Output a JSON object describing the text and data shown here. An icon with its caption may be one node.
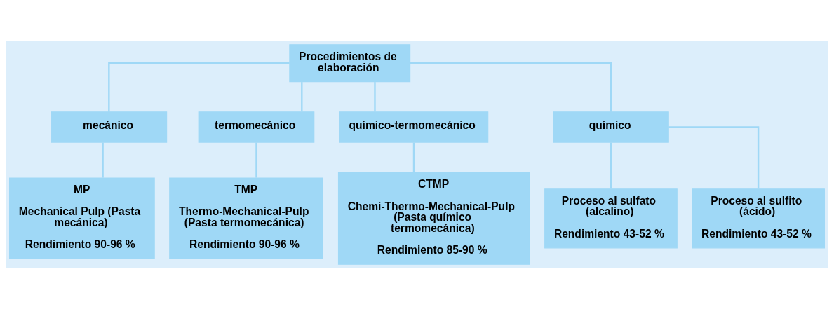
{
  "diagram": {
    "nodes": [
      {
        "text": [
          "Procedimientos de elaboración"
        ]
      },
      {
        "text": [
          "mecánico"
        ]
      },
      {
        "text": [
          "termomecánico"
        ]
      },
      {
        "text": [
          "químico-termomecánico"
        ]
      },
      {
        "text": [
          "químico"
        ]
      },
      {
        "text": [
          "MP",
          "Mechanical Pulp (Pasta mecánica)",
          "Rendimiento 90-96 %"
        ]
      },
      {
        "text": [
          "TMP",
          "Thermo-Mechanical-Pulp (Pasta termomecánica)",
          "Rendimiento 90-96 %"
        ]
      },
      {
        "text": [
          "CTMP",
          "Chemi-Thermo-Mechanical-Pulp (Pasta químico termomecánica)",
          "Rendimiento 85-90 %"
        ]
      },
      {
        "text": [
          "Proceso al sulfato (alcalino)",
          "Rendimiento 43-52 %"
        ]
      },
      {
        "text": [
          "Proceso al sulfito (ácido)",
          "Rendimiento 43-52 %"
        ]
      }
    ],
    "edges": [
      {
        "from": 0,
        "to": 1,
        "arrow": "none"
      },
      {
        "from": 0,
        "to": 2,
        "arrow": "none"
      },
      {
        "from": 0,
        "to": 3,
        "arrow": "none"
      },
      {
        "from": 0,
        "to": 4,
        "arrow": "none"
      },
      {
        "from": 1,
        "to": 5,
        "arrow": "none"
      },
      {
        "from": 2,
        "to": 6,
        "arrow": "none"
      },
      {
        "from": 3,
        "to": 7,
        "arrow": "none"
      },
      {
        "from": 4,
        "to": 8,
        "arrow": "none"
      },
      {
        "from": 4,
        "to": 9,
        "arrow": "none"
      }
    ]
  }
}
